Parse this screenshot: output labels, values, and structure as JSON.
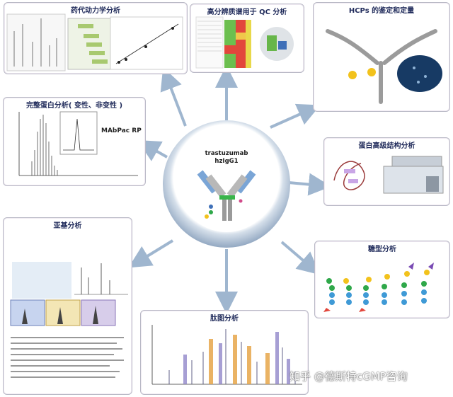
{
  "center": {
    "title_line1": "trastuzumab",
    "title_line2": "hzIgG1"
  },
  "panels": {
    "pk": {
      "title": "药代动力学分析"
    },
    "qc": {
      "title": "高分辨质谱用于 QC 分析"
    },
    "hcp": {
      "title": "HCPs 的鉴定和定量"
    },
    "intact": {
      "title": "完整蛋白分析( 变性、非变性 )",
      "inset_label": "MAbPac RP"
    },
    "hos": {
      "title": "蛋白高级结构分析"
    },
    "subunit": {
      "title": "亚基分析"
    },
    "glycan": {
      "title": "糖型分析"
    },
    "peptide": {
      "title": "肽图分析"
    }
  },
  "watermark": "知乎 @德斯特cGMP咨询",
  "colors": {
    "title": "#1f2a5a",
    "arrow": "#9fb6cf",
    "ring": "#5f7ea2"
  }
}
